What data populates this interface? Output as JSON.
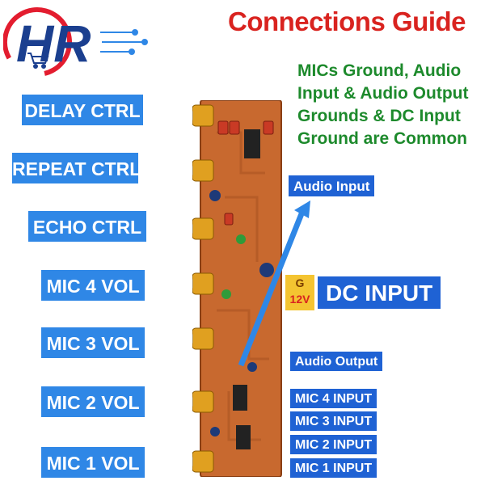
{
  "logo": {
    "text": "HR"
  },
  "title": "Connections Guide",
  "note_lines": [
    "MICs Ground, Audio",
    "Input & Audio Output",
    "Grounds & DC Input",
    "Ground are Common"
  ],
  "controls": [
    "DELAY CTRL",
    "REPEAT CTRL",
    "ECHO CTRL",
    "MIC 4 VOL",
    "MIC 3 VOL",
    "MIC 2 VOL",
    "MIC 1 VOL"
  ],
  "ports": {
    "audio_input": "Audio Input",
    "audio_output": "Audio Output",
    "mic4": "MIC 4 INPUT",
    "mic3": "MIC 3 INPUT",
    "mic2": "MIC 2 INPUT",
    "mic1": "MIC 1 INPUT"
  },
  "dc": {
    "ground": "G",
    "voltage": "12V",
    "label": "DC INPUT"
  },
  "colors": {
    "title": "#d9231f",
    "note": "#1d8a2c",
    "label_bg": "#2f87e6",
    "board": "#c8692f",
    "arrow": "#2f87e6",
    "dc_badge": "#f4c431"
  }
}
